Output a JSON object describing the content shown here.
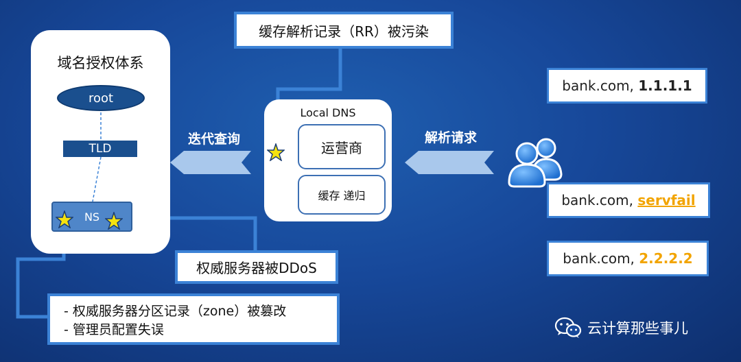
{
  "authority": {
    "title": "域名授权体系",
    "root": "root",
    "tld": "TLD",
    "ns": "NS"
  },
  "local_dns": {
    "title": "Local DNS",
    "isp": "运营商",
    "cache": "缓存 递归"
  },
  "arrows": {
    "iterative": "迭代查询",
    "resolve": "解析请求"
  },
  "callouts": {
    "cache_poisoned": "缓存解析记录（RR）被污染",
    "ddos": "权威服务器被DDoS",
    "zone_tampered": "- 权威服务器分区记录（zone）被篡改",
    "admin_error": "- 管理员配置失误"
  },
  "results": [
    {
      "domain": "bank.com, ",
      "value": "1.1.1.1",
      "style": "bold"
    },
    {
      "domain": "bank.com, ",
      "value": "servfail",
      "style": "orange-underline"
    },
    {
      "domain": "bank.com, ",
      "value": "2.2.2.2",
      "style": "orange"
    }
  ],
  "watermark": "云计算那些事儿",
  "colors": {
    "background": "#17489a",
    "callout_border": "#3b82d6",
    "star": "#f5e20f",
    "highlight": "#f2a400",
    "arrow": "#a9c8ec"
  },
  "icons": [
    "star-icon",
    "users-icon",
    "wechat-icon"
  ]
}
